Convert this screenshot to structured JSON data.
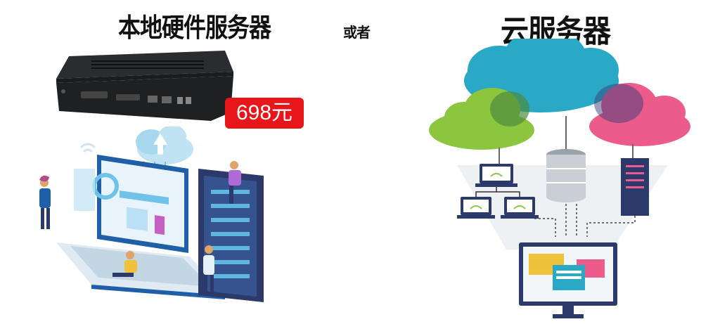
{
  "left_title": "本地硬件服务器",
  "middle_title": "或者",
  "right_title": "云服务器",
  "price_tag": "698元",
  "colors": {
    "price_bg": "#e8151b",
    "cloud_blue": "#29a9c6",
    "cloud_green": "#8cc63f",
    "cloud_pink": "#ec5b8b",
    "server_navy": "#2b3a6b"
  },
  "icons": [
    "hardware-server-box",
    "cloud-upload-icon",
    "laptop-illustration",
    "server-rack-illustration",
    "wifi-icon",
    "database-icon",
    "monitor-icon"
  ]
}
